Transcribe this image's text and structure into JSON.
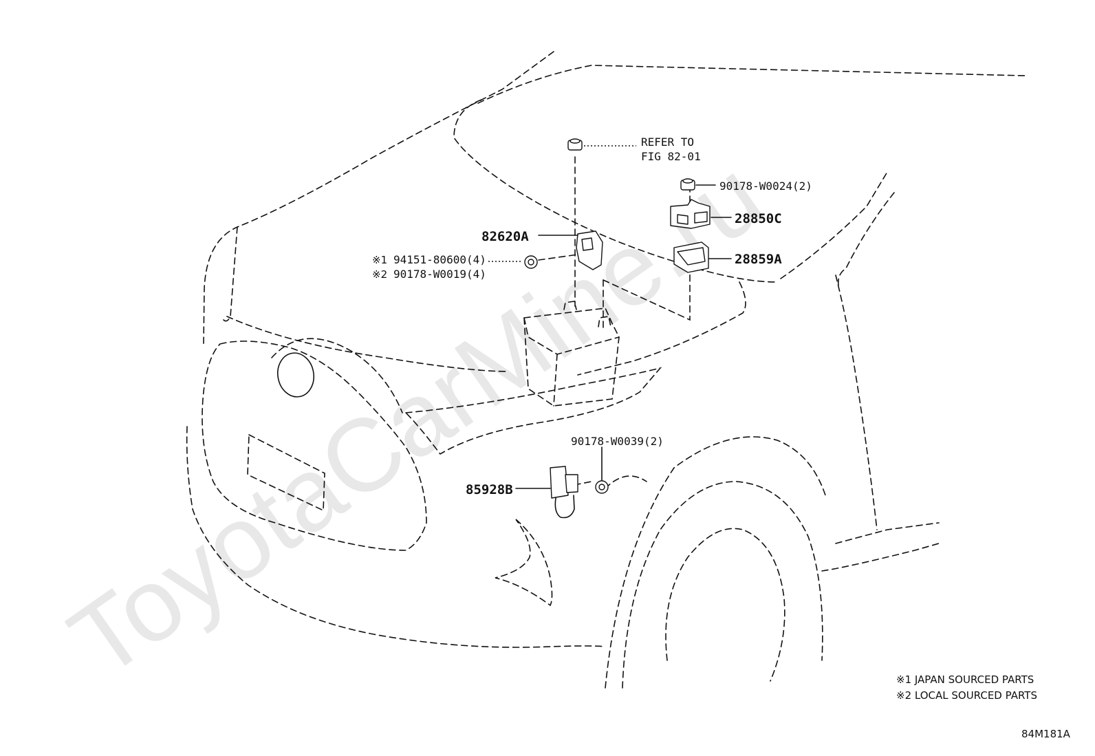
{
  "watermark": "ToyotaCarMine.ru",
  "refer_note": {
    "line1": "REFER TO",
    "line2": "FIG 82-01"
  },
  "parts": {
    "p90178_w0024": "90178-W0024(2)",
    "p28850c": "28850C",
    "p28859a": "28859A",
    "p82620a": "82620A",
    "p94151_80600": "94151-80600(4)",
    "p90178_w0019": "90178-W0019(4)",
    "p90178_w0039": "90178-W0039(2)",
    "p85928b": "85928B"
  },
  "markers": {
    "m1": "※1",
    "m2": "※2"
  },
  "legend": {
    "line1": "※1 JAPAN SOURCED PARTS",
    "line2": "※2 LOCAL SOURCED PARTS"
  },
  "figure_code": "84M181A"
}
